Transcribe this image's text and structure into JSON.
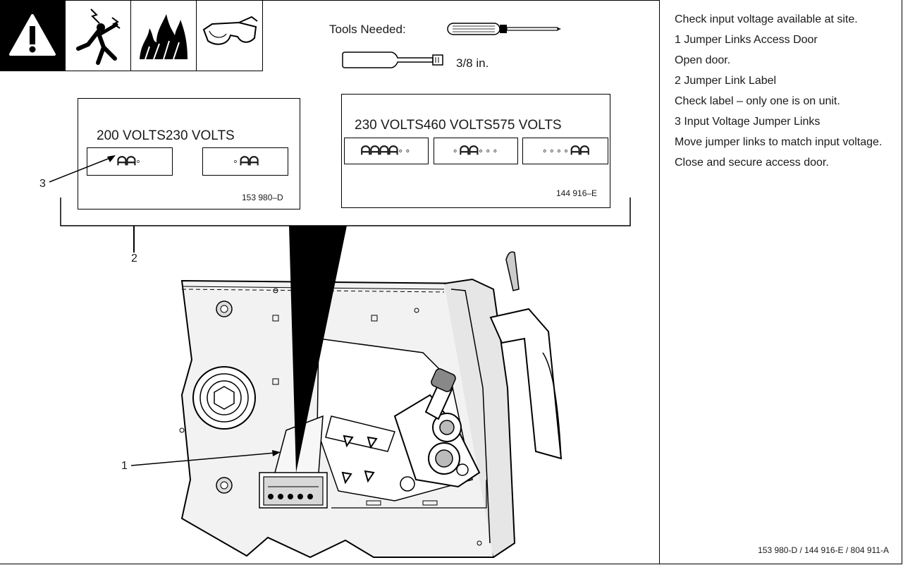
{
  "tools": {
    "heading": "Tools Needed:",
    "wrench_size": "3/8 in."
  },
  "safety_icons": [
    "warning-icon",
    "electric-shock-icon",
    "fire-icon",
    "safety-glasses-icon"
  ],
  "label_200_230": {
    "heading": "200  VOLTS230  VOLTS",
    "part_number": "153  980–D"
  },
  "label_230_460_575": {
    "heading": "230  VOLTS460  VOLTS575  VOLTS",
    "part_number": "144  916–E"
  },
  "callouts": {
    "one": "1",
    "two": "2",
    "three": "3"
  },
  "instructions": [
    "Check input voltage available at site.",
    "1 Jumper Links Access Door",
    "Open door.",
    "2 Jumper Link Label",
    "Check label – only one is on unit.",
    "3 Input Voltage Jumper Links",
    "Move jumper links to match input voltage.",
    "Close and secure access door."
  ],
  "reference_code": "153 980-D / 144 916-E / 804 911-A"
}
